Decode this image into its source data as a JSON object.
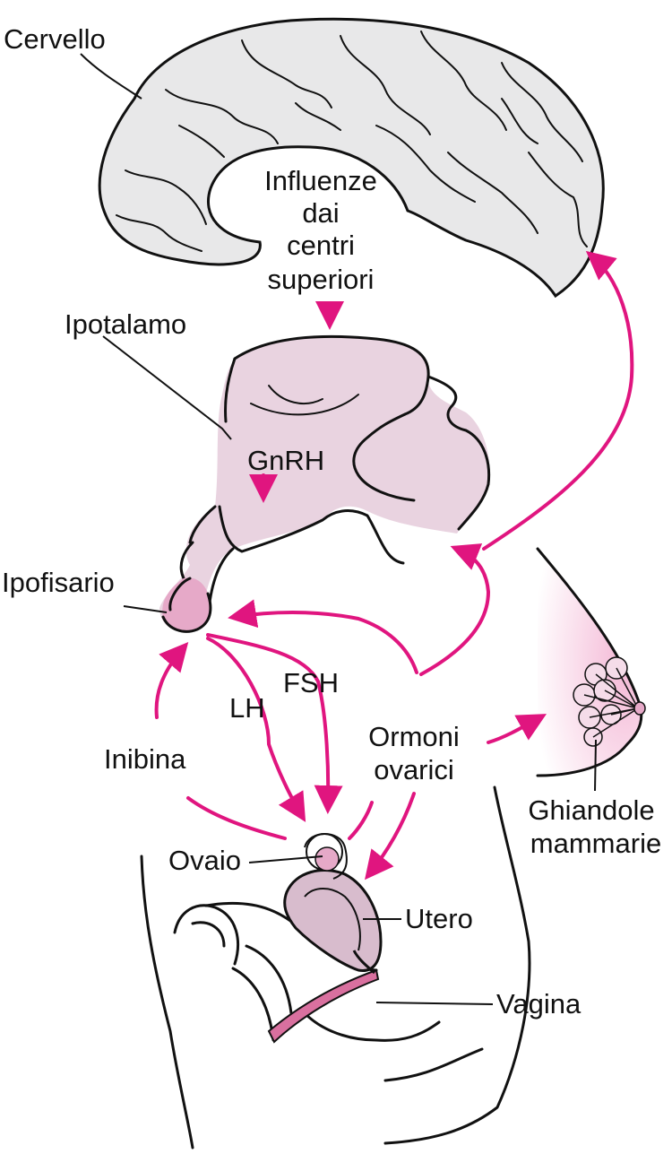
{
  "colors": {
    "accent": "#e0157f",
    "brain_fill": "#e8e8e9",
    "tissue_fill": "#e9d3e0",
    "organ_fill": "#d8bccd",
    "ink": "#111111"
  },
  "labels": {
    "cervello": "Cervello",
    "influenze": [
      "Influenze",
      "dai",
      "centri",
      "superiori"
    ],
    "ipotalamo": "Ipotalamo",
    "gnrh": "GnRH",
    "ipofisario": "Ipofisario",
    "lh": "LH",
    "fsh": "FSH",
    "inibina": "Inibina",
    "ormoni": [
      "Ormoni",
      "ovarici"
    ],
    "ghiandole": [
      "Ghiandole",
      "mammarie"
    ],
    "ovaio": "Ovaio",
    "utero": "Utero",
    "vagina": "Vagina"
  }
}
